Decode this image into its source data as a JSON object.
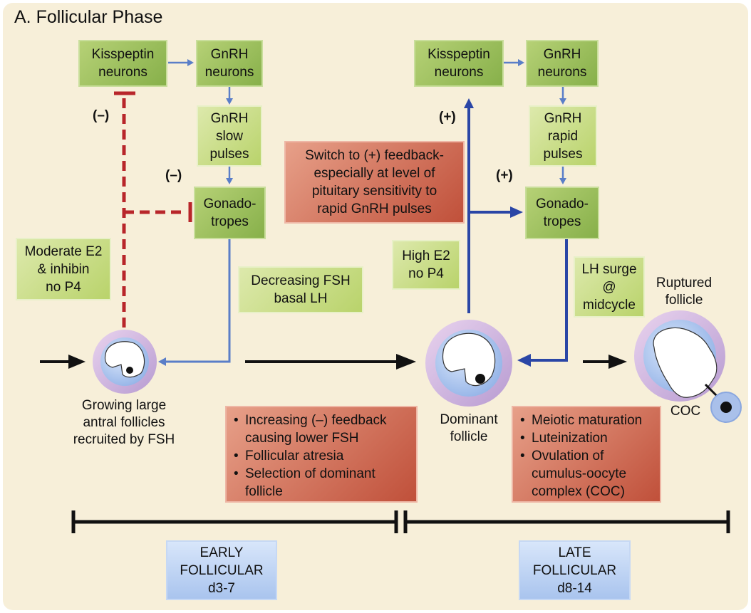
{
  "title": "A. Follicular Phase",
  "left": {
    "kisspeptin": [
      "Kisspeptin",
      "neurons"
    ],
    "gnrh_neurons": [
      "GnRH",
      "neurons"
    ],
    "gnrh_pulses": [
      "GnRH",
      "slow",
      "pulses"
    ],
    "gonadotropes": [
      "Gonado-",
      "tropes"
    ],
    "hormone_status": [
      "Moderate E2",
      "& inhibin",
      "no P4"
    ],
    "pituitary_output": [
      "Decreasing FSH",
      "basal LH"
    ],
    "feedback_kisspeptin_sign": "(–)",
    "feedback_gonadotropes_sign": "(–)",
    "follicle_label": [
      "Growing large",
      "antral follicles",
      "recruited by FSH"
    ]
  },
  "right": {
    "kisspeptin": [
      "Kisspeptin",
      "neurons"
    ],
    "gnrh_neurons": [
      "GnRH",
      "neurons"
    ],
    "gnrh_pulses": [
      "GnRH",
      "rapid",
      "pulses"
    ],
    "gonadotropes": [
      "Gonado-",
      "tropes"
    ],
    "switch_note": [
      "Switch to (+) feedback-",
      "especially at level of",
      "pituitary sensitivity to",
      "rapid GnRH pulses"
    ],
    "hormone_status": [
      "High E2",
      "no P4"
    ],
    "lh_surge": [
      "LH surge",
      "@",
      "midcycle"
    ],
    "feedback_kisspeptin_sign": "(+)",
    "feedback_gonadotropes_sign": "(+)",
    "dominant_label": [
      "Dominant",
      "follicle"
    ],
    "ruptured_label": [
      "Ruptured",
      "follicle"
    ],
    "coc_label": "COC"
  },
  "early_events": [
    "Increasing (–) feedback causing lower FSH",
    "Follicular atresia",
    "Selection of dominant follicle"
  ],
  "late_events": [
    "Meiotic maturation",
    "Luteinization",
    "Ovulation of cumulus-oocyte complex (COC)"
  ],
  "phases": {
    "early": [
      "EARLY",
      "FOLLICULAR",
      "d3-7"
    ],
    "late": [
      "LATE",
      "FOLLICULAR",
      "d8-14"
    ]
  },
  "colors": {
    "background": "#f7efd9",
    "box_green": "#95bb57",
    "box_light_green": "#c8dc86",
    "box_red": "#d36e55",
    "box_blue": "#bcd2f2",
    "inhibition": "#b8262a",
    "stimulation": "#2a46a6"
  }
}
